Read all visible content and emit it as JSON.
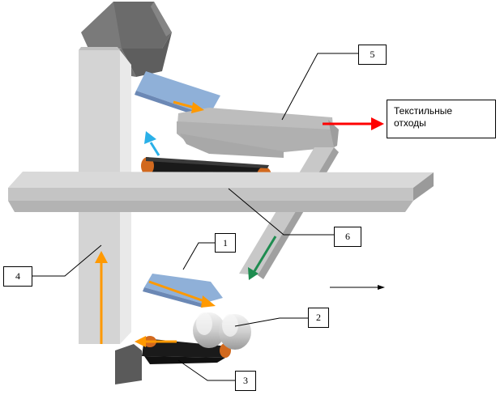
{
  "diagram": {
    "title": "",
    "colors": {
      "structure_light": "#d6d6d6",
      "structure_mid": "#bdbdbd",
      "structure_dark": "#8f8f8f",
      "hopper_dark": "#6b6b6b",
      "hopper_mid": "#7d7d7d",
      "tray_blue": "#8fb0d8",
      "tray_blue_dark": "#6b88b5",
      "belt_black": "#1a1a1a",
      "roller_orange": "#d2691e",
      "arrow_orange": "#ff9900",
      "arrow_cyan": "#2ab0e8",
      "arrow_green": "#1e8c50",
      "arrow_red": "#ff0000",
      "arrow_black": "#000000"
    },
    "labels": [
      {
        "id": "1",
        "text": "1"
      },
      {
        "id": "2",
        "text": "2"
      },
      {
        "id": "3",
        "text": "3"
      },
      {
        "id": "4",
        "text": "4"
      },
      {
        "id": "5",
        "text": "5"
      },
      {
        "id": "6",
        "text": "6"
      }
    ],
    "output_callout": {
      "line1": "Текстильные",
      "line2": "отходы"
    },
    "arrows": [
      {
        "name": "upward-flow-arrow",
        "color": "arrow_orange",
        "direction": "up"
      },
      {
        "name": "tray-top-flow-arrow",
        "color": "arrow_orange",
        "direction": "right"
      },
      {
        "name": "tray-bottom-flow-arrow",
        "color": "arrow_orange",
        "direction": "right"
      },
      {
        "name": "bottom-belt-flow-arrow",
        "color": "arrow_orange",
        "direction": "left"
      },
      {
        "name": "top-belt-flow-arrow",
        "color": "arrow_cyan",
        "direction": "up-left"
      },
      {
        "name": "chute-return-arrow",
        "color": "arrow_green",
        "direction": "down-left"
      },
      {
        "name": "waste-output-arrow",
        "color": "arrow_red",
        "direction": "right"
      },
      {
        "name": "direction-indicator-arrow",
        "color": "arrow_black",
        "direction": "right"
      }
    ]
  }
}
